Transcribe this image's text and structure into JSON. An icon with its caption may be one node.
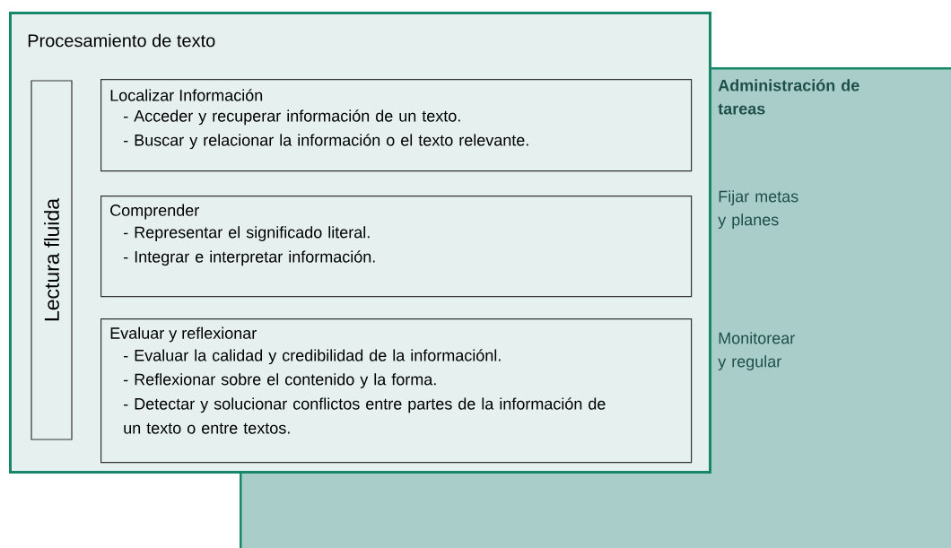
{
  "diagram": {
    "nodes": [
      {
        "text": [
          "Procesamiento de texto"
        ]
      },
      {
        "text": [
          "Lectura fluida"
        ],
        "in": 0
      },
      {
        "text": [
          "Localizar Información",
          "- Acceder y recuperar información de un texto.",
          "- Buscar y relacionar la información o el texto relevante."
        ],
        "in": 0
      },
      {
        "text": [
          "Comprender",
          "- Representar el significado literal.",
          "- Integrar e interpretar información."
        ],
        "in": 0
      },
      {
        "text": [
          "Evaluar y reflexionar",
          "- Evaluar la calidad y credibilidad de la informaciónl.",
          "- Reflexionar sobre el contenido y la forma.",
          "- Detectar y solucionar conflictos entre partes de la información de un texto o entre textos."
        ],
        "in": 0
      },
      {
        "text": [
          "Administración de tareas",
          "Fijar metas y planes",
          "Monitorear y regular"
        ]
      }
    ]
  }
}
